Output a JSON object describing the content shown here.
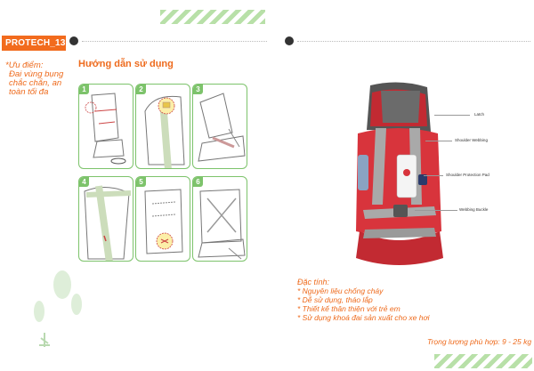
{
  "product_code": "PROTECH_13",
  "advantages": {
    "heading": "*Ưu điểm:",
    "body": "Đai vùng bụng chắc chắn, an toàn tối đa"
  },
  "guide": {
    "title": "Hướng dẫn sử dụng",
    "steps": [
      "1",
      "2",
      "3",
      "4",
      "5",
      "6"
    ]
  },
  "callouts": {
    "latch": "Latch",
    "shoulder_webbing": "Shoulder Webbing",
    "shoulder_protection_pad": "Shoulder Protection Pad",
    "webbing_buckle": "Webbing Buckle"
  },
  "features": {
    "heading": "Đặc tính:",
    "items": [
      "* Nguyên liệu chống cháy",
      "* Dễ sử dụng, tháo lắp",
      "* Thiết kế thân thiện với trẻ em",
      "* Sử dụng khoá đai sản xuất cho xe hơi"
    ]
  },
  "weight": "Trọng lượng phù hợp: 9 - 25 kg",
  "colors": {
    "accent": "#f26b1d",
    "green": "#7dc36b",
    "seat_red": "#d8343c"
  },
  "icons": [
    "logo-mark-icon",
    "paw-print-icon"
  ]
}
